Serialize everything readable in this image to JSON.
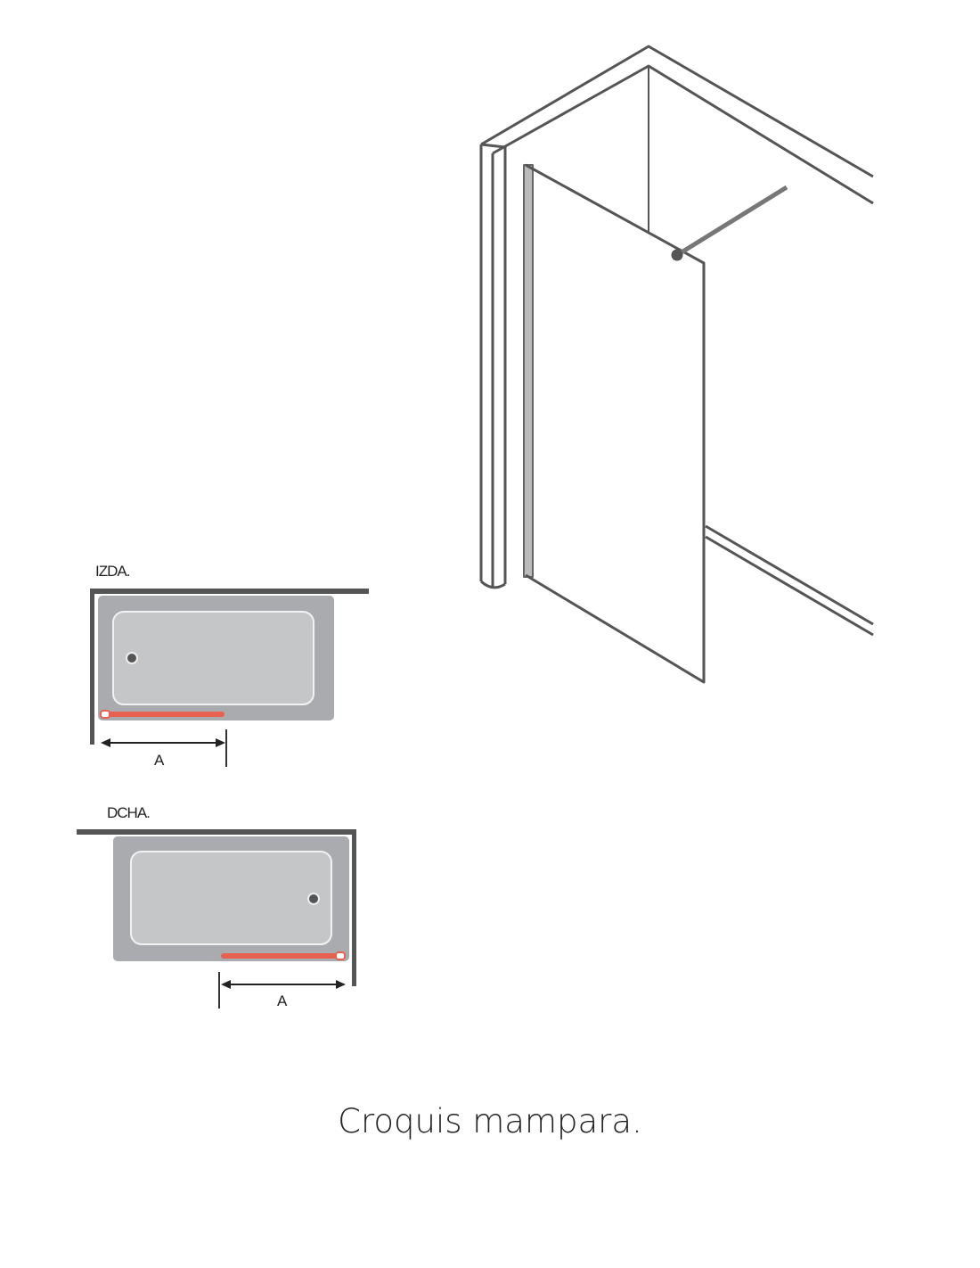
{
  "diagram": {
    "left_label": "IZDA.",
    "right_label": "DCHA.",
    "dimension_label_left": "A",
    "dimension_label_right": "A",
    "colors": {
      "wall": "#555555",
      "tub": "#a9abae",
      "tub_inner": "#c4c6c8",
      "screen": "#e8604f",
      "line": "#444444"
    }
  },
  "caption": "Croquis mampara."
}
